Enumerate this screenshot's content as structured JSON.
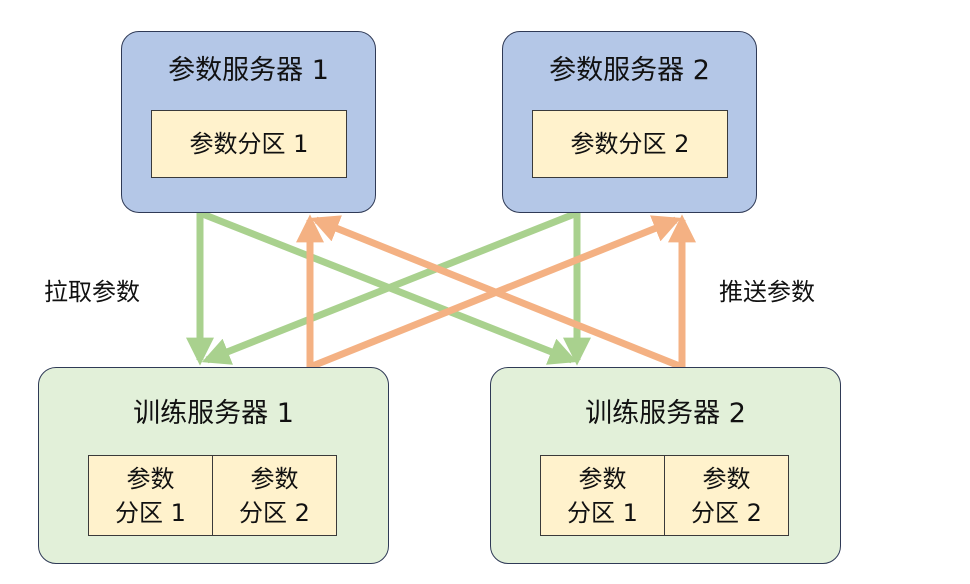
{
  "parameter_servers": [
    {
      "title": "参数服务器 1",
      "partition": "参数分区 1"
    },
    {
      "title": "参数服务器 2",
      "partition": "参数分区 2"
    }
  ],
  "training_servers": [
    {
      "title": "训练服务器 1",
      "partitions": [
        {
          "top": "参数",
          "bottom": "分区 1"
        },
        {
          "top": "参数",
          "bottom": "分区 2"
        }
      ]
    },
    {
      "title": "训练服务器 2",
      "partitions": [
        {
          "top": "参数",
          "bottom": "分区 1"
        },
        {
          "top": "参数",
          "bottom": "分区 2"
        }
      ]
    }
  ],
  "labels": {
    "pull": "拉取参数",
    "push": "推送参数"
  },
  "colors": {
    "pull_arrow": "#a9d18e",
    "push_arrow": "#f4b183",
    "parameter_server_fill": "#b4c7e7",
    "training_server_fill": "#e2f0d9",
    "partition_fill": "#fff2cc"
  }
}
